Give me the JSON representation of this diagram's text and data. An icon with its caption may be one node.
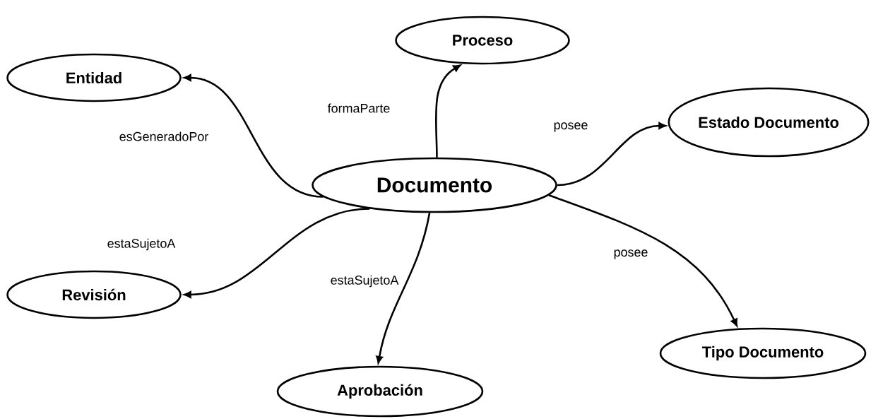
{
  "diagram": {
    "nodes": [
      {
        "text": [
          "Documento"
        ]
      },
      {
        "text": [
          "Entidad"
        ]
      },
      {
        "text": [
          "Proceso"
        ]
      },
      {
        "text": [
          "Estado Documento"
        ]
      },
      {
        "text": [
          "Revisión"
        ]
      },
      {
        "text": [
          "Aprobación"
        ]
      },
      {
        "text": [
          "Tipo Documento"
        ]
      }
    ],
    "edges": [
      {
        "from": 0,
        "to": 1,
        "arrow": "to",
        "label": "esGeneradoPor"
      },
      {
        "from": 0,
        "to": 2,
        "arrow": "to",
        "label": "formaParte"
      },
      {
        "from": 0,
        "to": 3,
        "arrow": "to",
        "label": "posee"
      },
      {
        "from": 0,
        "to": 4,
        "arrow": "to",
        "label": "estaSujetoA"
      },
      {
        "from": 0,
        "to": 5,
        "arrow": "to",
        "label": "estaSujetoA"
      },
      {
        "from": 0,
        "to": 6,
        "arrow": "to",
        "label": "posee"
      }
    ]
  }
}
